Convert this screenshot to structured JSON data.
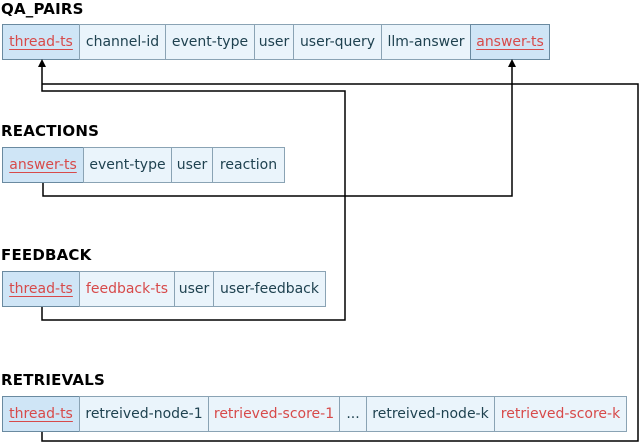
{
  "tables": [
    {
      "name": "QA_PAIRS",
      "columns": [
        {
          "label": "thread-ts",
          "kind": "key"
        },
        {
          "label": "channel-id",
          "kind": "normal"
        },
        {
          "label": "event-type",
          "kind": "normal"
        },
        {
          "label": "user",
          "kind": "normal"
        },
        {
          "label": "user-query",
          "kind": "normal"
        },
        {
          "label": "llm-answer",
          "kind": "normal"
        },
        {
          "label": "answer-ts",
          "kind": "key"
        }
      ]
    },
    {
      "name": "REACTIONS",
      "columns": [
        {
          "label": "answer-ts",
          "kind": "key"
        },
        {
          "label": "event-type",
          "kind": "normal"
        },
        {
          "label": "user",
          "kind": "normal"
        },
        {
          "label": "reaction",
          "kind": "normal"
        }
      ]
    },
    {
      "name": "FEEDBACK",
      "columns": [
        {
          "label": "thread-ts",
          "kind": "key"
        },
        {
          "label": "feedback-ts",
          "kind": "highlight"
        },
        {
          "label": "user",
          "kind": "normal"
        },
        {
          "label": "user-feedback",
          "kind": "normal"
        }
      ]
    },
    {
      "name": "RETRIEVALS",
      "columns": [
        {
          "label": "thread-ts",
          "kind": "key"
        },
        {
          "label": "retreived-node-1",
          "kind": "normal"
        },
        {
          "label": "retrieved-score-1",
          "kind": "highlight"
        },
        {
          "label": "...",
          "kind": "normal"
        },
        {
          "label": "retreived-node-k",
          "kind": "normal"
        },
        {
          "label": "retrieved-score-k",
          "kind": "highlight"
        }
      ]
    }
  ],
  "colors": {
    "key_text": "#d74a4a",
    "normal_text": "#1f4250",
    "cell_fill": "#eaf4fb",
    "key_fill": "#cfe5f6",
    "connector": "#000000"
  }
}
